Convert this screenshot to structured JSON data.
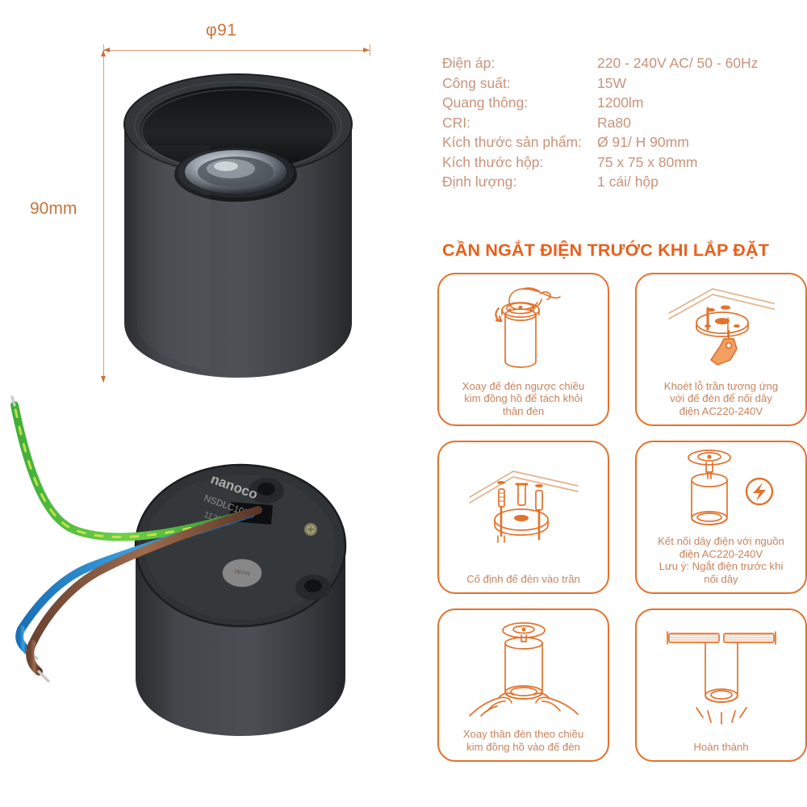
{
  "product": {
    "brand": "nanoco",
    "model_code": "NSDLC105B",
    "date_code": "112023"
  },
  "dimensions": {
    "diameter_label": "φ91",
    "height_label": "90mm"
  },
  "colors": {
    "accent_orange": "#E8601C",
    "card_border": "#E2722C",
    "spec_text": "#C9937A",
    "caption_text": "#C9835C",
    "dimension_line": "#D9A078",
    "product_body": "#3a3c40"
  },
  "specs": {
    "rows": [
      {
        "label": "Điện áp:",
        "value": "220 - 240V AC/ 50 - 60Hz"
      },
      {
        "label": "Công suất:",
        "value": "15W"
      },
      {
        "label": "Quang thông:",
        "value": "1200lm"
      },
      {
        "label": "CRI:",
        "value": "Ra80"
      },
      {
        "label": "Kích thước sản phẩm:",
        "value": "Ø 91/ H 90mm"
      },
      {
        "label": "Kích thước hộp:",
        "value": "75 x 75 x 80mm"
      },
      {
        "label": "Định lượng:",
        "value": "1 cái/ hộp"
      }
    ]
  },
  "warning": {
    "heading": "CẦN NGẮT ĐIỆN TRƯỚC KHI LẮP ĐẶT"
  },
  "instructions": {
    "cards": [
      {
        "icon": "hand-rotating-lamp-base-icon",
        "caption": "Xoay đế đèn ngược chiều\nkim đồng hồ để tách khỏi\nthân đèn"
      },
      {
        "icon": "ceiling-drill-hole-icon",
        "caption": "Khoét lỗ trần tương ứng\nvới đế đèn để nối  dây\nđiện AC220-240V"
      },
      {
        "icon": "screw-base-to-ceiling-icon",
        "caption": "Cố định đế đèn vào trần"
      },
      {
        "icon": "wire-connection-hazard-icon",
        "caption": "Kết nối dây điện với nguồn\nđiện AC220-240V\nLưu ý: Ngắt điện trước khi\nnối dây"
      },
      {
        "icon": "hands-twisting-lamp-body-icon",
        "caption": "Xoay thân đèn theo chiều\nkim đồng hồ vào đế đèn"
      },
      {
        "icon": "installed-lamp-shining-icon",
        "caption": "Hoàn thành"
      }
    ]
  }
}
